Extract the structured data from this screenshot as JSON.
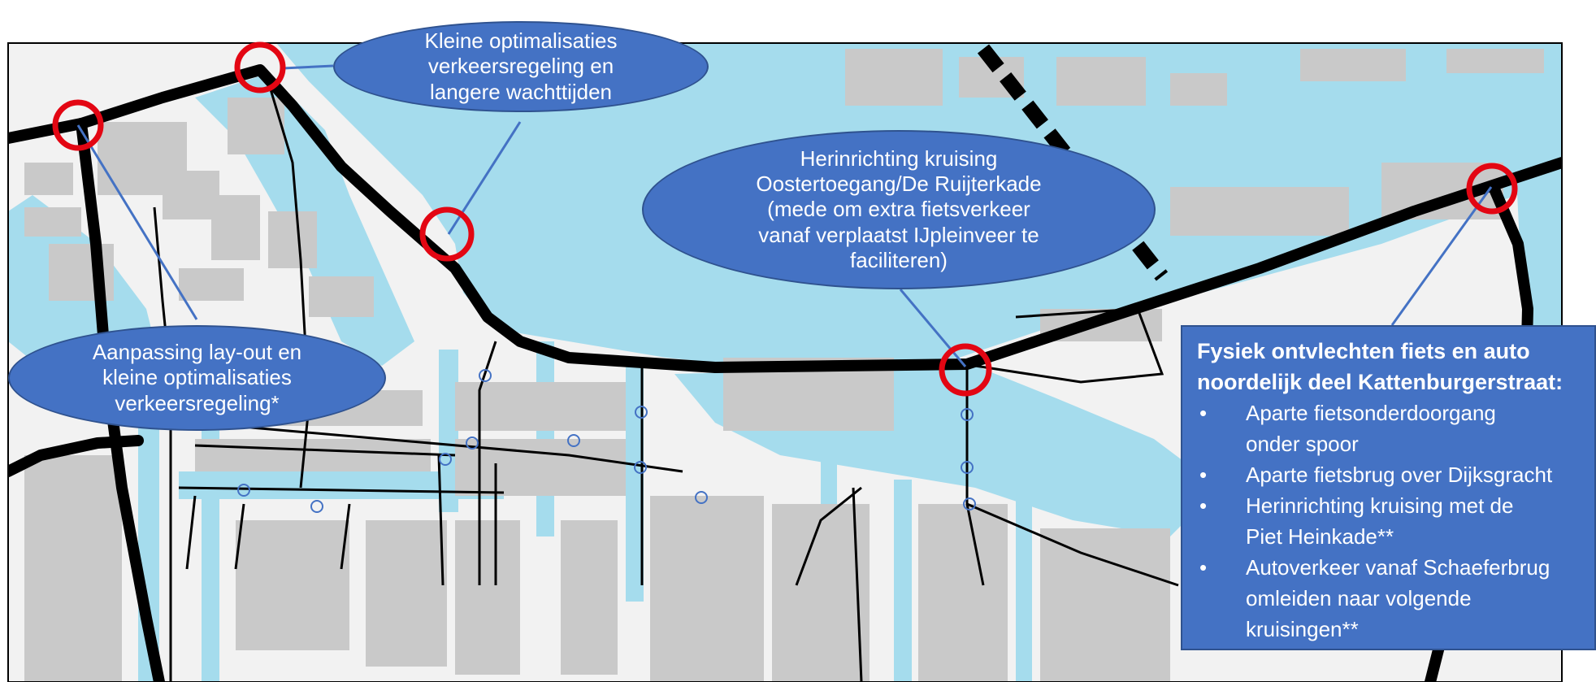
{
  "map": {
    "colors": {
      "water": "#a5dced",
      "land": "#f2f2f2",
      "building": "#c9c9c9",
      "road": "#000000",
      "marker": "#e30613",
      "callout": "#4472c4",
      "leader": "#4472c4"
    },
    "marker_count": 5
  },
  "callouts": {
    "kleine_optimalisaties": {
      "lines": [
        "Kleine optimalisaties",
        "verkeersregeling en",
        "langere wachttijden"
      ]
    },
    "herinrichting_oostertoegang": {
      "lines": [
        "Herinrichting kruising",
        "Oostertoegang/De Ruijterkade",
        "(mede om extra fietsverkeer",
        "vanaf verplaatst IJpleinveer te",
        "faciliteren)"
      ]
    },
    "aanpassing_layout": {
      "lines": [
        "Aanpassing lay-out en",
        "kleine optimalisaties",
        "verkeersregeling*"
      ]
    }
  },
  "info_box": {
    "title_line1": "Fysiek ontvlechten fiets en auto",
    "title_line2": "noordelijk deel Kattenburgerstraat:",
    "bullet_char": "•",
    "items": [
      {
        "line1": "Aparte fietsonderdoorgang",
        "line2": "onder spoor"
      },
      {
        "line1": "Aparte fietsbrug over Dijksgracht",
        "line2": ""
      },
      {
        "line1": "Herinrichting kruising met de",
        "line2": "Piet Heinkade**"
      },
      {
        "line1": "Autoverkeer vanaf Schaeferbrug",
        "line2": "omleiden naar volgende",
        "line3": "kruisingen**"
      }
    ]
  }
}
